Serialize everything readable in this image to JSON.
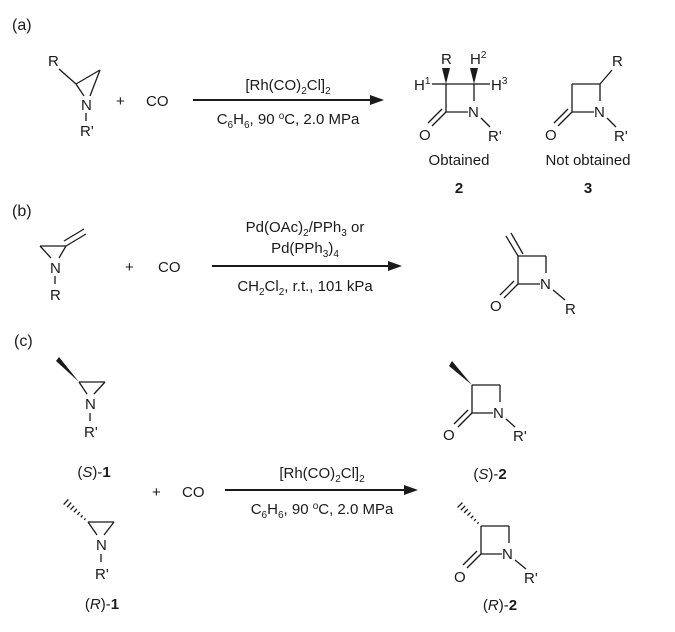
{
  "panels": {
    "a": {
      "label": "(a)",
      "reactant": {
        "R": "R",
        "N": "N",
        "R_prime": "R'"
      },
      "plus": "+",
      "co": "CO",
      "catalyst": [
        "[Rh(CO)",
        "2",
        "Cl]",
        "2"
      ],
      "conditions": [
        "C",
        "6",
        "H",
        "6",
        ", 90 ",
        "o",
        "C, 2.0 MPa"
      ],
      "product_obtained": {
        "R": "R",
        "H1": "H",
        "H1_sup": "1",
        "H2": "H",
        "H2_sup": "2",
        "H3": "H",
        "H3_sup": "3",
        "O": "O",
        "N": "N",
        "R_prime": "R'",
        "caption": "Obtained",
        "number": "2"
      },
      "product_not_obtained": {
        "R": "R",
        "O": "O",
        "N": "N",
        "R_prime": "R'",
        "caption": "Not obtained",
        "number": "3"
      }
    },
    "b": {
      "label": "(b)",
      "reactant": {
        "N": "N",
        "R": "R"
      },
      "plus": "+",
      "co": "CO",
      "catalyst_line1": [
        "Pd(OAc)",
        "2",
        "/PPh",
        "3",
        " or"
      ],
      "catalyst_line2": [
        "Pd(PPh",
        "3",
        ")",
        "4"
      ],
      "conditions": [
        "CH",
        "2",
        "Cl",
        "2",
        ", r.t., 101 kPa"
      ],
      "product": {
        "O": "O",
        "N": "N",
        "R": "R"
      }
    },
    "c": {
      "label": "(c)",
      "reactant_S": {
        "N": "N",
        "R_prime": "R'",
        "name_open": "(",
        "name_config": "S",
        "name_close": ")-",
        "name_number": "1"
      },
      "reactant_R": {
        "N": "N",
        "R_prime": "R'",
        "name_open": "(",
        "name_config": "R",
        "name_close": ")-",
        "name_number": "1"
      },
      "plus": "+",
      "co": "CO",
      "catalyst": [
        "[Rh(CO)",
        "2",
        "Cl]",
        "2"
      ],
      "conditions": [
        "C",
        "6",
        "H",
        "6",
        ", 90 ",
        "o",
        "C, 2.0 MPa"
      ],
      "product_S": {
        "O": "O",
        "N": "N",
        "R_prime": "R'",
        "name_open": "(",
        "name_config": "S",
        "name_close": ")-",
        "name_number": "2"
      },
      "product_R": {
        "O": "O",
        "N": "N",
        "R_prime": "R'",
        "name_open": "(",
        "name_config": "R",
        "name_close": ")-",
        "name_number": "2"
      }
    }
  }
}
